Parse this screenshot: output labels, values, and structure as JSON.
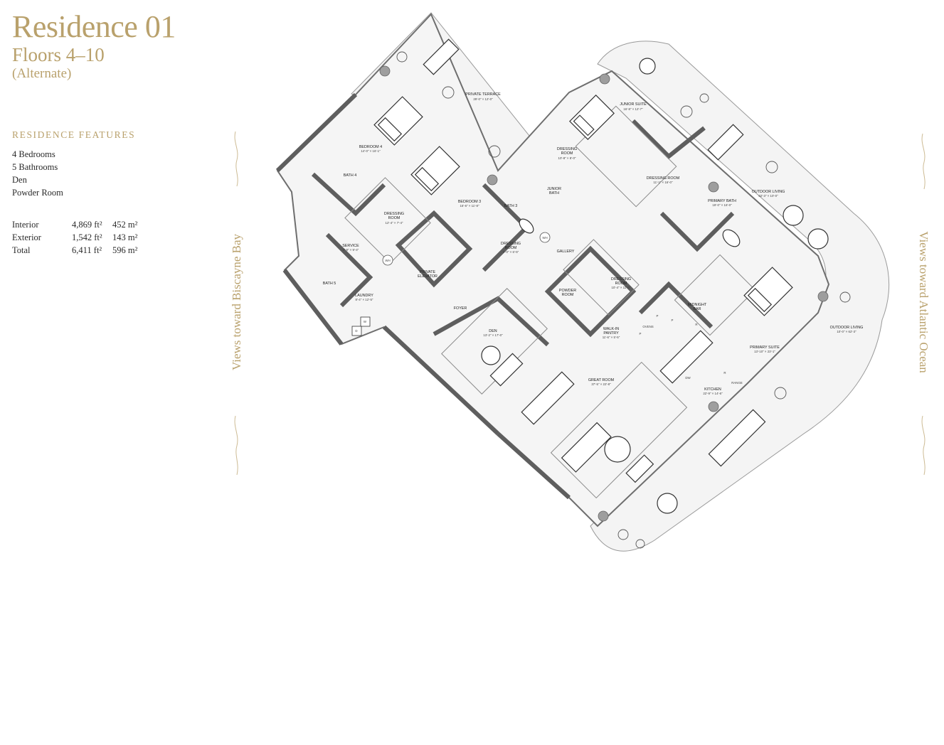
{
  "header": {
    "title": "Residence 01",
    "floors": "Floors 4–10",
    "variant": "(Alternate)"
  },
  "features": {
    "heading": "RESIDENCE FEATURES",
    "items": [
      "4 Bedrooms",
      "5 Bathrooms",
      "Den",
      "Powder Room"
    ]
  },
  "areas": [
    {
      "label": "Interior",
      "ft": "4,869 ft²",
      "m": "452 m²"
    },
    {
      "label": "Exterior",
      "ft": "1,542 ft²",
      "m": "143 m²"
    },
    {
      "label": "Total",
      "ft": "6,411 ft²",
      "m": "596 m²"
    }
  ],
  "views": {
    "left": "Views toward Biscayne Bay",
    "right": "Views toward Atlantic Ocean"
  },
  "rooms": {
    "private_terrace": {
      "name": "PRIVATE TERRACE",
      "dim": "29'-0\" × 12'-0\""
    },
    "junior_suite": {
      "name": "JUNIOR SUITE",
      "dim": "16'-8\" × 12'-7\""
    },
    "bedroom4": {
      "name": "BEDROOM 4",
      "dim": "14'-0\" × 16'-1\""
    },
    "bath4": {
      "name": "BATH 4"
    },
    "dressing_room_bd4": {
      "name1": "DRESSING",
      "name2": "ROOM",
      "dim": "12'-4\" × 7'-4\""
    },
    "bedroom3": {
      "name": "BEDROOM 3",
      "dim": "16'-6\" × 11'-8\""
    },
    "dressing_room_js": {
      "name1": "DRESSING",
      "name2": "ROOM",
      "dim": "10'-8\" × 8'-0\""
    },
    "junior_bath": {
      "name1": "JUNIOR",
      "name2": "BATH"
    },
    "bath3": {
      "name": "BATH 3"
    },
    "dressing_room_b3": {
      "name1": "DRESSING",
      "name2": "ROOM",
      "dim": "9'-0\" × 6'-5\""
    },
    "dressing_room_primary": {
      "name": "DRESSING ROOM",
      "dim": "11'-1\" × 16'-0\""
    },
    "primary_bath": {
      "name": "PRIMARY BATH",
      "dim": "19'-0\" × 16'-0\""
    },
    "outdoor_living_top": {
      "name": "OUTDOOR LIVING",
      "dim": "62'-3\" × 10'-0\""
    },
    "service": {
      "name": "SERVICE",
      "dim": "8'-9\" × 9'-4\""
    },
    "bath5": {
      "name": "BATH 5"
    },
    "laundry": {
      "name": "LAUNDRY",
      "dim": "8'-4\" × 12'-5\""
    },
    "private_elevator": {
      "name1": "PRIVATE",
      "name2": "ELEVATOR"
    },
    "foyer": {
      "name": "FOYER"
    },
    "gallery": {
      "name": "GALLERY"
    },
    "powder_room": {
      "name1": "POWDER",
      "name2": "ROOM"
    },
    "dressing_room_center": {
      "name1": "DRESSING",
      "name2": "ROOM",
      "dim": "10'-4\" × 11'-0\""
    },
    "midnight_bar": {
      "name1": "MIDNIGHT",
      "name2": "BAR"
    },
    "walkin_pantry": {
      "name1": "WALK-IN",
      "name2": "PANTRY",
      "dim": "11'-6\" × 5'-5\""
    },
    "den": {
      "name": "DEN",
      "dim": "13'-2\" × 17'-0\""
    },
    "great_room": {
      "name": "GREAT ROOM",
      "dim": "37'-5\" × 22'-8\""
    },
    "kitchen": {
      "name": "KITCHEN",
      "dim": "22'-9\" × 14'-6\""
    },
    "primary_suite": {
      "name": "PRIMARY SUITE",
      "dim": "13'-10\" × 23'-1\""
    },
    "outdoor_living_right": {
      "name": "OUTDOOR LIVING",
      "dim": "10'-0\" × 62'-3\""
    }
  },
  "marks": {
    "wh": "WH",
    "washer": "W",
    "dryer": "D",
    "fridge": "R",
    "pantry": "P",
    "oven": "OVENS",
    "dw": "DW",
    "range": "RANGE"
  }
}
